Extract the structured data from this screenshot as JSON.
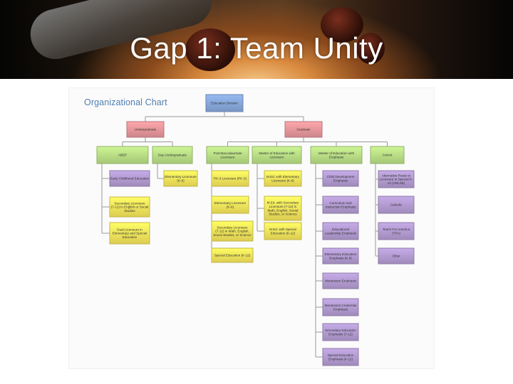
{
  "slide": {
    "title": "Gap 1: Team Unity"
  },
  "chart": {
    "title": "Organizational Chart",
    "colors": {
      "root": "#86a6d8",
      "level1": "#e3959a",
      "level2": "#b7dc84",
      "purple": "#b29ad0",
      "yellow": "#f4e35a",
      "line": "#9a9a9a"
    },
    "nodes": [
      {
        "id": "root",
        "label": [
          "Education Division"
        ],
        "color": "root"
      },
      {
        "id": "undergrad",
        "parent": "root",
        "label": [
          "Undergraduate"
        ],
        "color": "level1"
      },
      {
        "id": "graduate",
        "parent": "root",
        "label": [
          "Graduate"
        ],
        "color": "level1"
      },
      {
        "id": "abep",
        "parent": "undergrad",
        "label": [
          "ABEP"
        ],
        "color": "level2"
      },
      {
        "id": "day",
        "parent": "undergrad",
        "label": [
          "Day Undergraduate"
        ],
        "color": "level2"
      },
      {
        "id": "postbac",
        "parent": "graduate",
        "label": [
          "Post-Baccalaureate",
          "Licensure"
        ],
        "color": "level2"
      },
      {
        "id": "med_lic",
        "parent": "graduate",
        "label": [
          "Master of Education with",
          "Licensure"
        ],
        "color": "level2"
      },
      {
        "id": "med_emph",
        "parent": "graduate",
        "label": [
          "Master of Education with",
          "Emphasis"
        ],
        "color": "level2"
      },
      {
        "id": "cohort",
        "parent": "graduate",
        "label": [
          "Cohort"
        ],
        "color": "level2"
      },
      {
        "id": "a1",
        "parent": "abep",
        "label": [
          "Early Childhood Education"
        ],
        "color": "purple"
      },
      {
        "id": "a2",
        "parent": "abep",
        "label": [
          "Secondary Licensure",
          "(7-12) in English or Social",
          "Studies"
        ],
        "color": "yellow"
      },
      {
        "id": "a3",
        "parent": "abep",
        "label": [
          "Dual Licensure in",
          "Elementary and Special",
          "Education"
        ],
        "color": "yellow"
      },
      {
        "id": "d1",
        "parent": "day",
        "label": [
          "Elementary Licensure",
          "(K-6)"
        ],
        "color": "yellow"
      },
      {
        "id": "p1",
        "parent": "postbac",
        "label": [
          "PK-3 Licensure (PK-3)"
        ],
        "color": "yellow"
      },
      {
        "id": "p2",
        "parent": "postbac",
        "label": [
          "Elementary Licensure",
          "(K-6)"
        ],
        "color": "yellow"
      },
      {
        "id": "p3",
        "parent": "postbac",
        "label": [
          "Secondary Licensure",
          "(7-12) in Math, English,",
          "Social Studies, or Science"
        ],
        "color": "yellow"
      },
      {
        "id": "p4",
        "parent": "postbac",
        "label": [
          "Special Education (K-12)"
        ],
        "color": "yellow"
      },
      {
        "id": "m1",
        "parent": "med_lic",
        "label": [
          "M.Ed. with Elementary",
          "Licensure (K-6)"
        ],
        "color": "yellow"
      },
      {
        "id": "m2",
        "parent": "med_lic",
        "label": [
          "M.Ed. with Secondary",
          "Licensure (7-12) in",
          "Math, English, Social",
          "Studies, or Science"
        ],
        "color": "yellow"
      },
      {
        "id": "m3",
        "parent": "med_lic",
        "label": [
          "M.Ed. with Special",
          "Education (K-12)"
        ],
        "color": "yellow"
      },
      {
        "id": "e1",
        "parent": "med_emph",
        "label": [
          "Child Development",
          "Emphasis"
        ],
        "color": "purple"
      },
      {
        "id": "e2",
        "parent": "med_emph",
        "label": [
          "Curriculum and",
          "Instruction Emphasis"
        ],
        "color": "purple"
      },
      {
        "id": "e3",
        "parent": "med_emph",
        "label": [
          "Educational",
          "Leadership Emphasis"
        ],
        "color": "purple"
      },
      {
        "id": "e4",
        "parent": "med_emph",
        "label": [
          "Elementary Education",
          "Emphasis (K-6)"
        ],
        "color": "purple"
      },
      {
        "id": "e5",
        "parent": "med_emph",
        "label": [
          "Montessori Emphasis"
        ],
        "color": "purple"
      },
      {
        "id": "e6",
        "parent": "med_emph",
        "label": [
          "Montessori Credential",
          "Emphasis"
        ],
        "color": "purple"
      },
      {
        "id": "e7",
        "parent": "med_emph",
        "label": [
          "Secondary Education",
          "Emphasis (7-12)"
        ],
        "color": "purple"
      },
      {
        "id": "e8",
        "parent": "med_emph",
        "label": [
          "Special Education",
          "Emphasis (K-12)"
        ],
        "color": "purple"
      },
      {
        "id": "c1",
        "parent": "cohort",
        "label": [
          "Alternative Route to",
          "Licensure in Special K-",
          "12 (ARLSE)"
        ],
        "color": "purple"
      },
      {
        "id": "c2",
        "parent": "cohort",
        "label": [
          "Catholic"
        ],
        "color": "purple"
      },
      {
        "id": "c3",
        "parent": "cohort",
        "label": [
          "Teach For America",
          "(TFA)"
        ],
        "color": "purple"
      },
      {
        "id": "c4",
        "parent": "cohort",
        "label": [
          "Other"
        ],
        "color": "purple"
      }
    ]
  }
}
